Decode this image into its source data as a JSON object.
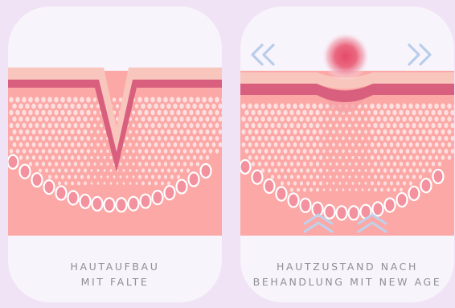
{
  "panels": [
    {
      "id": "before",
      "caption_line1": "HAUTAUFBAU",
      "caption_line2": "MIT FALTE"
    },
    {
      "id": "after",
      "caption_line1": "HAUTZUSTAND NACH",
      "caption_line2": "BEHANDLUNG MIT NEW AGE"
    }
  ],
  "colors": {
    "page_background": "#efe3f5",
    "card_background": "#f8f4fb",
    "epidermis_light": "#f9c6bd",
    "epidermis_dark": "#d85f7d",
    "dermis": "#fba8a6",
    "arrow": "#b9cdeb",
    "energy_point": "#e54a6b"
  },
  "icons": [
    "wrinkle-skin-illustration",
    "treated-skin-illustration",
    "chevron-left-double-icon",
    "chevron-right-double-icon",
    "chevron-up-double-icon",
    "energy-point-icon"
  ]
}
